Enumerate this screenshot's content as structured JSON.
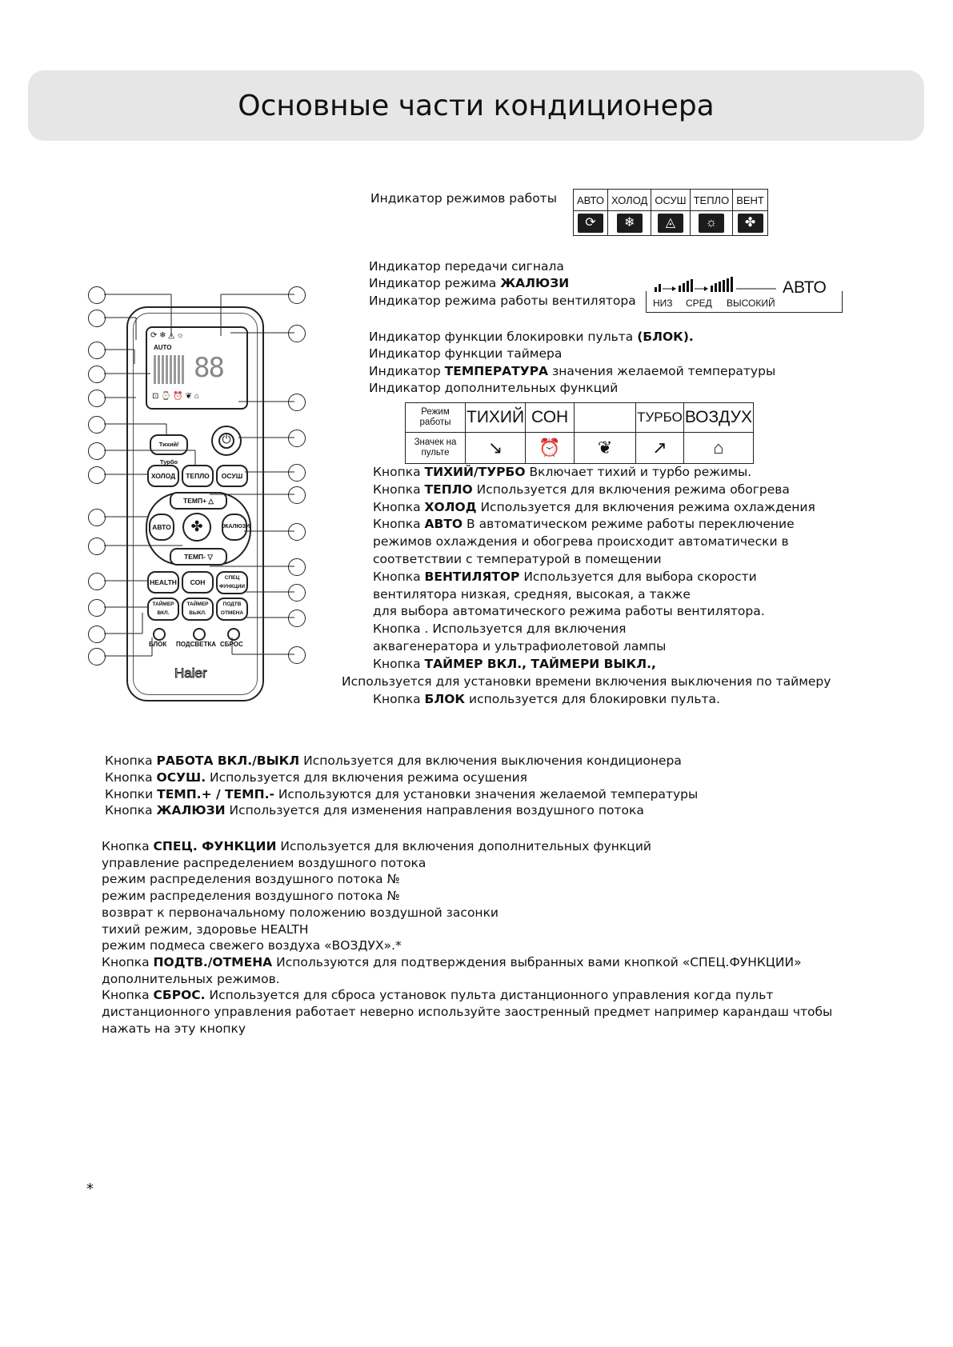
{
  "header": {
    "title": "Основные части кондиционера"
  },
  "modes_indicator": {
    "label": "Индикатор режимов работы",
    "modes": [
      "АВТО",
      "ХОЛОД",
      "ОСУШ",
      "ТЕПЛО",
      "ВЕНТ"
    ],
    "icons": [
      "auto-cycle-icon",
      "snowflake-icon",
      "water-drop-icon",
      "sun-icon",
      "fan-icon"
    ]
  },
  "indicators": {
    "signal": "Индикатор передачи сигнала",
    "louver_prefix": "Индикатор режима ",
    "louver_bold": "ЖАЛЮЗИ",
    "fan": "Индикатор режима работы вентилятора",
    "fan_levels": [
      "НИЗ",
      "СРЕД",
      "ВЫСОКИЙ"
    ],
    "fan_auto": "АВТО",
    "lock_prefix": "Индикатор функции блокировки пульта ",
    "lock_bold": "(БЛОК).",
    "timer": "Индикатор функции таймера",
    "temp_prefix": "Индикатор ",
    "temp_bold": "ТЕМПЕРАТУРА",
    "temp_suffix": " значения желаемой температуры",
    "extra": "Индикатор дополнительных функций"
  },
  "functions_table": {
    "row1_label": "Режим работы",
    "row2_label": "Значек на пульте",
    "modes": [
      "ТИХИЙ",
      "СОН",
      "",
      "ТУРБО",
      "ВОЗДУХ"
    ],
    "icons": [
      "quiet-icon",
      "sleep-clock-icon",
      "leaf-icon",
      "turbo-icon",
      "air-house-icon"
    ]
  },
  "right_desc": [
    {
      "pre": "Кнопка ",
      "b": "ТИХИЙ/ТУРБО",
      "post": "  Включает тихий и турбо режимы."
    },
    {
      "pre": "Кнопка ",
      "b": "ТЕПЛО",
      "post": "  Используется для включения режима обогрева"
    },
    {
      "pre": "Кнопка ",
      "b": "ХОЛОД",
      "post": "  Используется для включения режима охлаждения"
    },
    {
      "pre": "Кнопка ",
      "b": "АВТО",
      "post": "   В автоматическом режиме работы  переключение"
    },
    {
      "pre": "режимов охлаждения и обогрева происходит автоматически  в",
      "b": "",
      "post": ""
    },
    {
      "pre": "соответствии с температурой в помещении",
      "b": "",
      "post": ""
    },
    {
      "pre": "Кнопка ",
      "b": "ВЕНТИЛЯТОР",
      "post": "   Используется для выбора скорости"
    },
    {
      "pre": "вентилятора  низкая,  средняя,  высокая,   а    также",
      "b": "",
      "post": ""
    },
    {
      "pre": "для выбора  автоматического режима работы вентилятора.",
      "b": "",
      "post": ""
    },
    {
      "pre": "Кнопка              . Используется для включения",
      "b": "",
      "post": ""
    },
    {
      "pre": "аквагенератора и ультрафиолетовой лампы",
      "b": "",
      "post": ""
    },
    {
      "pre": "Кнопка  ",
      "b": "ТАЙМЕР ВКЛ., ТАЙМЕРИ ВЫКЛ.,",
      "post": ""
    }
  ],
  "right_desc_tail": {
    "timer_line": "Используется для установки времени включения  выключения по таймеру",
    "lock_pre": "Кнопка ",
    "lock_bold": "БЛОК",
    "lock_post": " используется для блокировки пульта."
  },
  "bottom_desc": [
    {
      "pre": "Кнопка ",
      "b": "РАБОТА ВКЛ./ВЫКЛ",
      "post": " Используется для включения  выключения кондиционера"
    },
    {
      "pre": "Кнопка ",
      "b": "ОСУШ.",
      "post": "   Используется для включения режима осушения"
    },
    {
      "pre": "Кнопки ",
      "b": "ТЕМП.+ / ТЕМП.-",
      "post": "   Используются для установки значения желаемой температуры"
    },
    {
      "pre": "Кнопка ",
      "b": "ЖАЛЮЗИ",
      "post": "  Используется для изменения направления воздушного потока"
    }
  ],
  "special_desc": [
    {
      "pre": "Кнопка ",
      "b": "СПЕЦ. ФУНКЦИИ",
      "post": "  Используется для включения дополнительных функций"
    },
    {
      "pre": "  управление распределением воздушного потока",
      "b": "",
      "post": ""
    },
    {
      "pre": "  режим распределения воздушного потока №",
      "b": "",
      "post": ""
    },
    {
      "pre": "  режим распределения воздушного потока №",
      "b": "",
      "post": ""
    },
    {
      "pre": "  возврат к первоначальному положению воздушной засонки",
      "b": "",
      "post": ""
    },
    {
      "pre": "  тихий режим,  здоровье HEALTH",
      "b": "",
      "post": ""
    },
    {
      "pre": "  режим подмеса свежего воздуха «ВОЗДУХ».*",
      "b": "",
      "post": ""
    },
    {
      "pre": "Кнопка ",
      "b": "ПОДТВ./ОТМЕНА",
      "post": "   Используются для подтверждения выбранных вами кнопкой «СПЕЦ.ФУНКЦИИ»"
    },
    {
      "pre": "дополнительных режимов.",
      "b": "",
      "post": ""
    },
    {
      "pre": "Кнопка ",
      "b": "СБРОС.",
      "post": "  Используется для сброса установок пульта дистанционного управления   когда пульт"
    },
    {
      "pre": "дистанционного управления работает неверно  используйте заостренный предмет  например карандаш  чтобы",
      "b": "",
      "post": ""
    },
    {
      "pre": "нажать на эту кнопку",
      "b": "",
      "post": ""
    }
  ],
  "footnote": "*",
  "remote": {
    "brand": "Haier",
    "buttons": {
      "quiet_turbo": "Тихий/Турбо",
      "cool": "ХОЛОД",
      "heat": "ТЕПЛО",
      "dry": "ОСУШ",
      "temp_up": "ТЕМП+",
      "temp_down": "ТЕМП-",
      "auto": "АВТО",
      "louver": "ЖАЛЮЗИ",
      "health": "HEALTH",
      "sleep": "СОН",
      "special": "СПЕЦ ФУНКЦИИ",
      "timer_on": "ТАЙМЕР ВКЛ.",
      "timer_off": "ТАЙМЕР ВЫКЛ.",
      "confirm": "ПОДТВ ОТМЕНА"
    },
    "small_labels": [
      "БЛОК",
      "ПОДСВЕТКА",
      "СБРОС"
    ],
    "lcd": {
      "auto": "AUTO",
      "digits": "88"
    }
  }
}
